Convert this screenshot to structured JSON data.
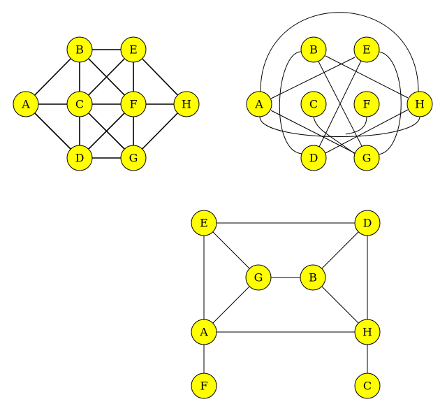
{
  "node_fill": "#ffff00",
  "edge_color": "#000000",
  "graphs": [
    {
      "id": "graph-1",
      "nodes": [
        "A",
        "B",
        "C",
        "D",
        "E",
        "F",
        "G",
        "H"
      ],
      "edges": [
        [
          "A",
          "B"
        ],
        [
          "A",
          "C"
        ],
        [
          "A",
          "D"
        ],
        [
          "B",
          "C"
        ],
        [
          "B",
          "E"
        ],
        [
          "B",
          "F"
        ],
        [
          "C",
          "E"
        ],
        [
          "C",
          "F"
        ],
        [
          "C",
          "D"
        ],
        [
          "C",
          "G"
        ],
        [
          "D",
          "F"
        ],
        [
          "D",
          "G"
        ],
        [
          "E",
          "F"
        ],
        [
          "E",
          "H"
        ],
        [
          "F",
          "G"
        ],
        [
          "F",
          "H"
        ],
        [
          "G",
          "H"
        ]
      ]
    },
    {
      "id": "graph-2",
      "nodes": [
        "A",
        "B",
        "C",
        "D",
        "E",
        "F",
        "G",
        "H"
      ],
      "edges": [
        [
          "A",
          "H"
        ],
        [
          "A",
          "E"
        ],
        [
          "A",
          "G"
        ],
        [
          "A",
          "D"
        ],
        [
          "B",
          "G"
        ],
        [
          "B",
          "H"
        ],
        [
          "C",
          "G"
        ],
        [
          "D",
          "E"
        ],
        [
          "D",
          "H"
        ],
        [
          "E",
          "G"
        ],
        [
          "F",
          "G"
        ]
      ]
    },
    {
      "id": "graph-3",
      "nodes": [
        "E",
        "D",
        "G",
        "B",
        "A",
        "H",
        "F",
        "C"
      ],
      "edges": [
        [
          "E",
          "D"
        ],
        [
          "E",
          "G"
        ],
        [
          "E",
          "A"
        ],
        [
          "D",
          "B"
        ],
        [
          "D",
          "H"
        ],
        [
          "G",
          "B"
        ],
        [
          "G",
          "A"
        ],
        [
          "B",
          "H"
        ],
        [
          "A",
          "H"
        ],
        [
          "A",
          "F"
        ],
        [
          "H",
          "C"
        ]
      ]
    }
  ]
}
